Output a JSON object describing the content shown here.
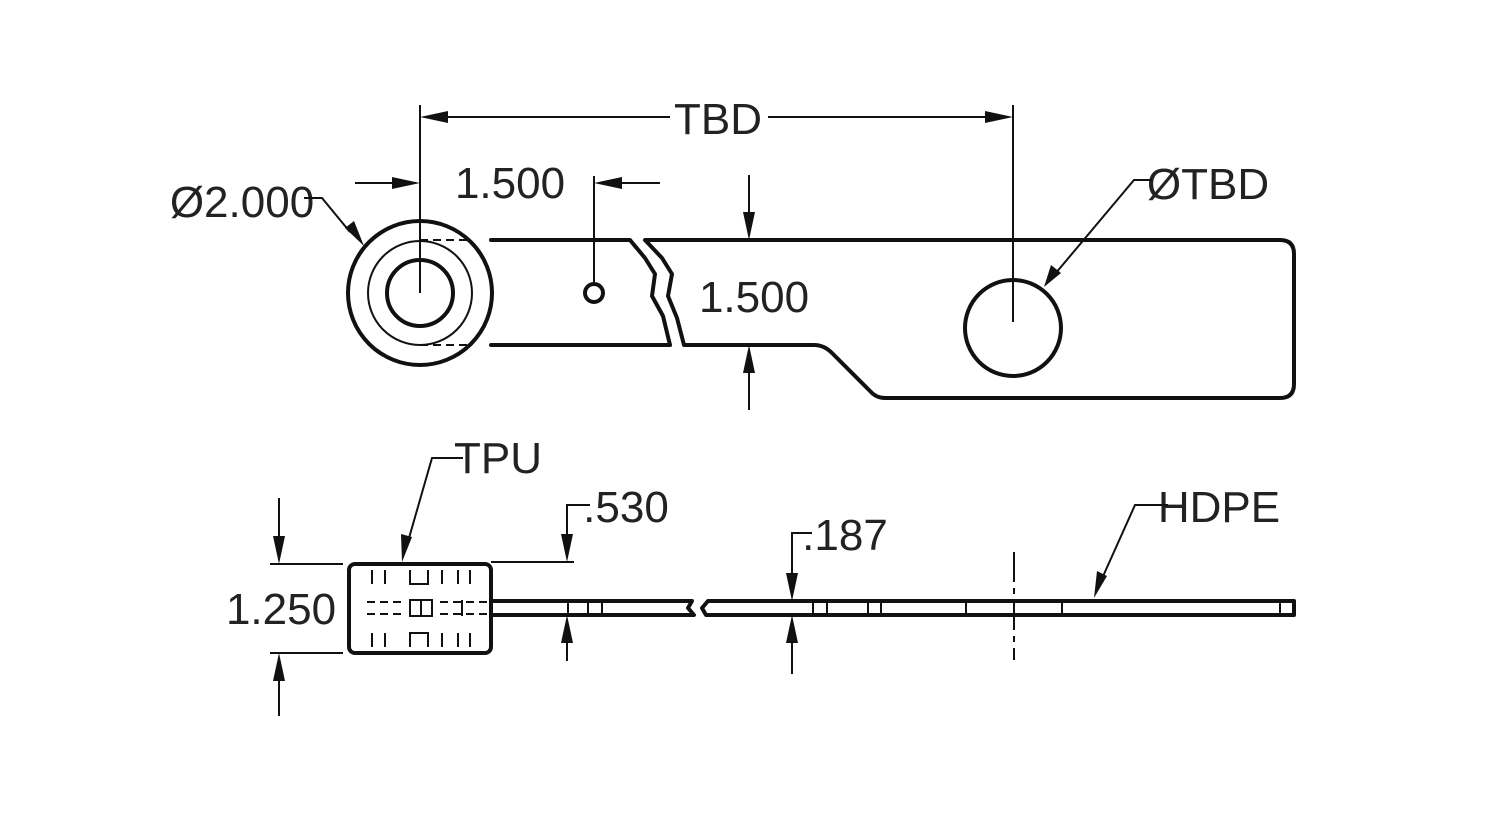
{
  "labels": {
    "tbd_length": "TBD",
    "outer_diameter": "Ø2.000",
    "hole_offset": "1.500",
    "arm_width": "1.500",
    "hole_diameter": "ØTBD",
    "hub_material": "TPU",
    "hub_height": "1.250",
    "hub_offset": ".530",
    "strap_thickness": ".187",
    "strap_material": "HDPE"
  }
}
